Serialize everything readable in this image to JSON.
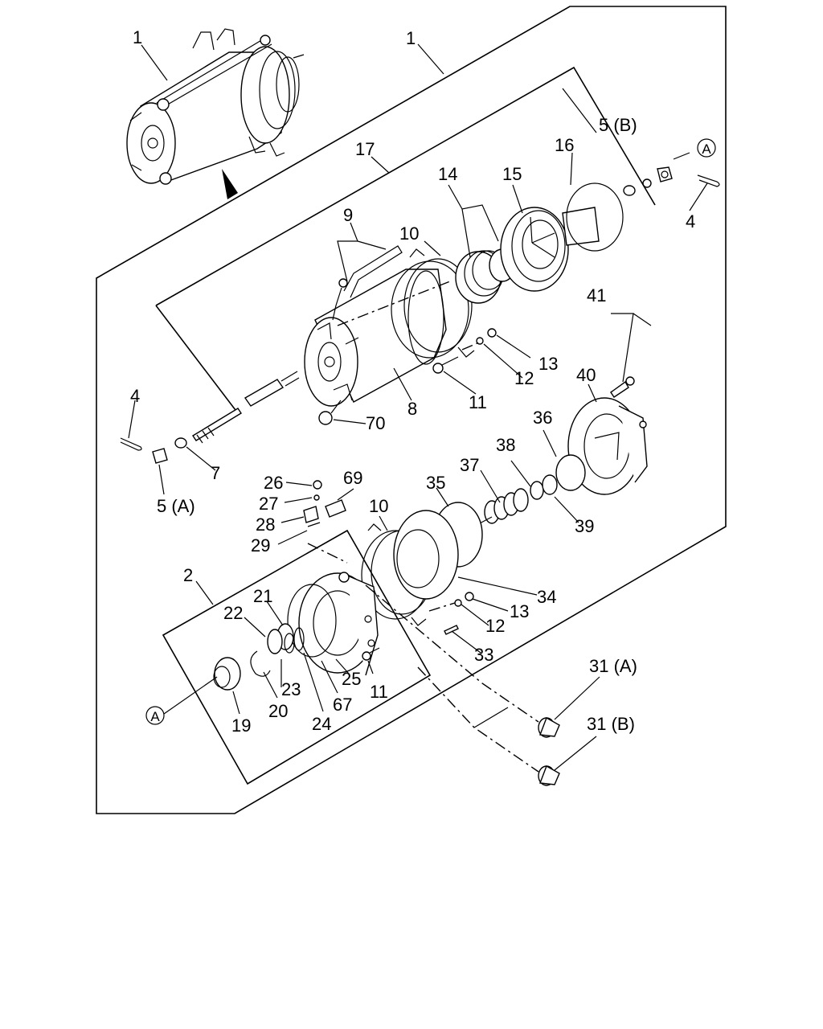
{
  "callouts": {
    "c1_top": "1",
    "c1_frame": "1",
    "c5b": "5 (B)",
    "c16": "16",
    "c17": "17",
    "c14": "14",
    "c15": "15",
    "c4_right": "4",
    "c9": "9",
    "c10_upper": "10",
    "c41": "41",
    "c13_upper": "13",
    "c12_upper": "12",
    "c40": "40",
    "c4_left": "4",
    "c11_upper": "11",
    "c8": "8",
    "c70": "70",
    "c36": "36",
    "c7": "7",
    "c5a": "5 (A)",
    "c38": "38",
    "c37": "37",
    "c26": "26",
    "c69": "69",
    "c35": "35",
    "c27": "27",
    "c10_lower": "10",
    "c28": "28",
    "c39": "39",
    "c29": "29",
    "c2": "2",
    "c21": "21",
    "c34": "34",
    "c22": "22",
    "c13_lower": "13",
    "c12_lower": "12",
    "c33": "33",
    "c23": "23",
    "c25": "25",
    "c11_lower": "11",
    "c67": "67",
    "c19": "19",
    "c20": "20",
    "c24": "24",
    "c31a": "31 (A)",
    "c31b": "31 (B)"
  },
  "refs": {
    "a_right": "A",
    "a_left": "A"
  }
}
